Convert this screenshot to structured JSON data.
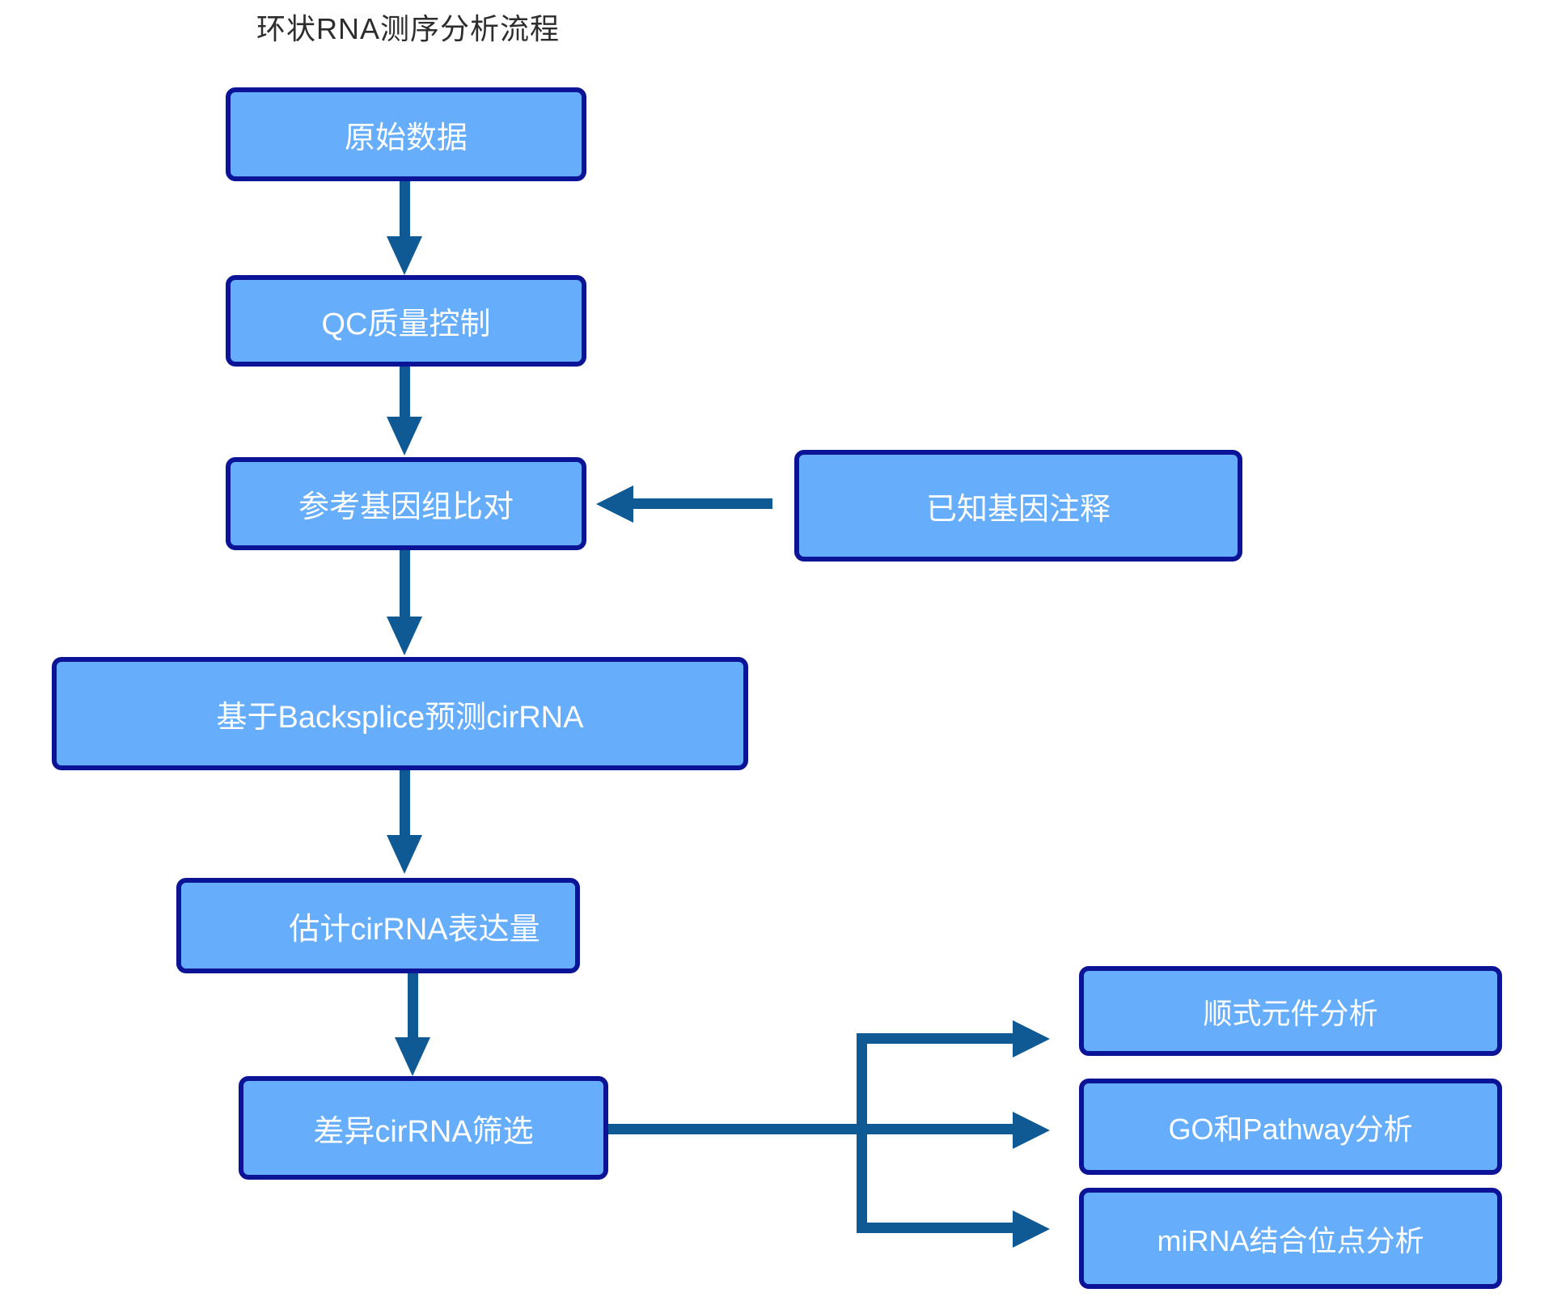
{
  "title": "环状RNA测序分析流程",
  "colors": {
    "node_fill": "#66aefb",
    "node_border": "#0b1496",
    "arrow": "#0f5a94",
    "node_text": "#ffffff",
    "title_text": "#2d2d2d"
  },
  "nodes": {
    "raw_data": {
      "label": "原始数据"
    },
    "qc": {
      "label": "QC质量控制"
    },
    "alignment": {
      "label": "参考基因组比对"
    },
    "annotation": {
      "label": "已知基因注释"
    },
    "backsplice": {
      "label": "基于Backsplice预测cirRNA"
    },
    "expression": {
      "label": "估计cirRNA表达量"
    },
    "diff": {
      "label": "差异cirRNA筛选"
    },
    "cis": {
      "label": "顺式元件分析"
    },
    "go_pathway": {
      "label": "GO和Pathway分析"
    },
    "mirna_site": {
      "label": "miRNA结合位点分析"
    }
  },
  "edges": [
    {
      "from": "原始数据",
      "to": "QC质量控制"
    },
    {
      "from": "QC质量控制",
      "to": "参考基因组比对"
    },
    {
      "from": "已知基因注释",
      "to": "参考基因组比对"
    },
    {
      "from": "参考基因组比对",
      "to": "基于Backsplice预测cirRNA"
    },
    {
      "from": "基于Backsplice预测cirRNA",
      "to": "估计cirRNA表达量"
    },
    {
      "from": "估计cirRNA表达量",
      "to": "差异cirRNA筛选"
    },
    {
      "from": "差异cirRNA筛选",
      "to": "顺式元件分析"
    },
    {
      "from": "差异cirRNA筛选",
      "to": "GO和Pathway分析"
    },
    {
      "from": "差异cirRNA筛选",
      "to": "miRNA结合位点分析"
    }
  ]
}
